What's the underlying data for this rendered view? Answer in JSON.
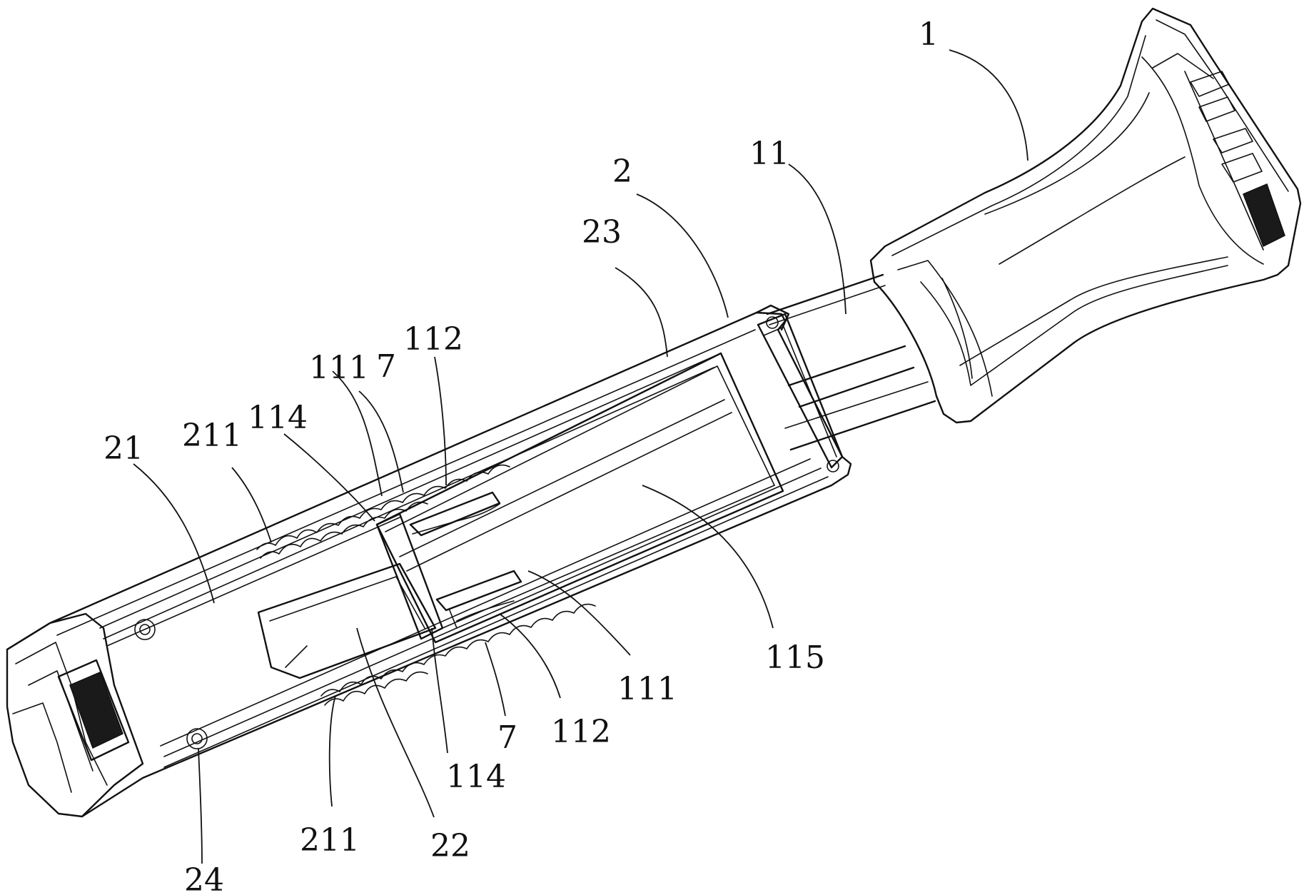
{
  "labels": {
    "l1": "1",
    "l11": "11",
    "l2": "2",
    "l23": "23",
    "l112a": "112",
    "l111a": "111",
    "l7a": "7",
    "l114a": "114",
    "l211a": "211",
    "l21": "21",
    "l115": "115",
    "l111b": "111",
    "l112b": "112",
    "l7b": "7",
    "l114b": "114",
    "l211b": "211",
    "l22": "22",
    "l24": "24"
  },
  "colors": {
    "line": "#111111",
    "background": "#ffffff"
  }
}
